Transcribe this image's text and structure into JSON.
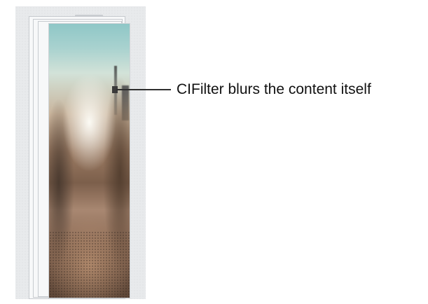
{
  "callout": {
    "text": "CIFilter blurs the content itself"
  },
  "colors": {
    "panel_background": "#e8eaec",
    "frame_border": "#c7cbcf",
    "leader_line": "#2f2f2f",
    "label_text": "#111111",
    "sky_top": "#8fc7c7",
    "street_mid": "#7c5f4b"
  },
  "illustration": {
    "subject": "blurred-street-photo",
    "window_layers": 3
  }
}
